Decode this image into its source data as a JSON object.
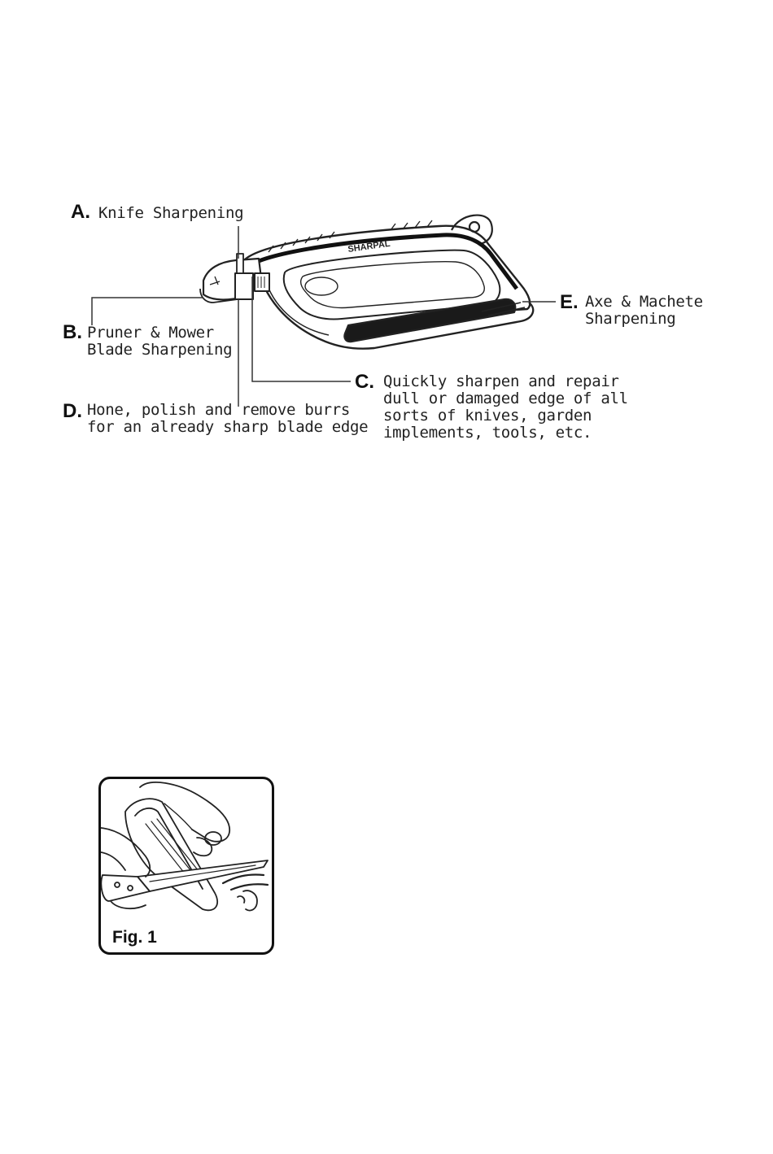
{
  "diagram": {
    "callouts": [
      {
        "letter": "A.",
        "lines": [
          "Knife Sharpening"
        ]
      },
      {
        "letter": "B.",
        "lines": [
          "Pruner & Mower",
          "Blade Sharpening"
        ]
      },
      {
        "letter": "C.",
        "lines": [
          "Quickly sharpen and repair",
          "dull or damaged edge of all",
          "sorts of knives, garden",
          "implements, tools, etc."
        ]
      },
      {
        "letter": "D.",
        "lines": [
          "Hone, polish and remove burrs",
          "for an already sharp blade edge"
        ]
      },
      {
        "letter": "E.",
        "lines": [
          "Axe & Machete",
          "Sharpening"
        ]
      }
    ],
    "brand_on_tool": "SHARPAL"
  },
  "figure": {
    "label": "Fig. 1"
  }
}
